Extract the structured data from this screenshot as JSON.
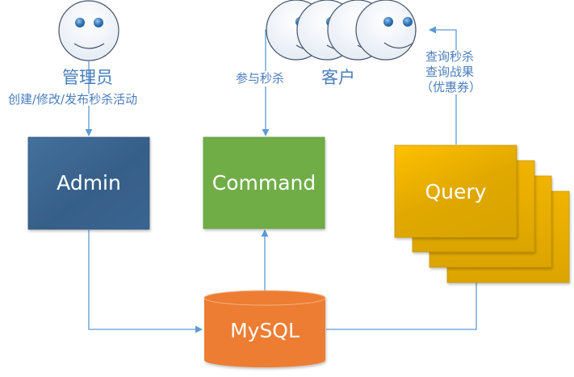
{
  "actors": {
    "admin": {
      "title": "管理员",
      "action": "创建/修改/发布秒杀活动"
    },
    "customer": {
      "title": "客户",
      "count": 4
    }
  },
  "flows": {
    "participate": "参与秒杀",
    "query_lines": [
      "查询秒杀",
      "查询战果",
      "（优惠券）"
    ]
  },
  "components": {
    "admin": {
      "label": "Admin",
      "color": "#3a6591"
    },
    "command": {
      "label": "Command",
      "color": "#70ad47"
    },
    "query": {
      "label": "Query",
      "color": "#e0a800",
      "instances": 4
    },
    "mysql": {
      "label": "MySQL",
      "color": "#ed7d31"
    }
  },
  "colors": {
    "connector": "#5b9bd5",
    "text": "#4a7ebb",
    "face_outline": "#44546a",
    "face_eye": "#2e75b6"
  }
}
